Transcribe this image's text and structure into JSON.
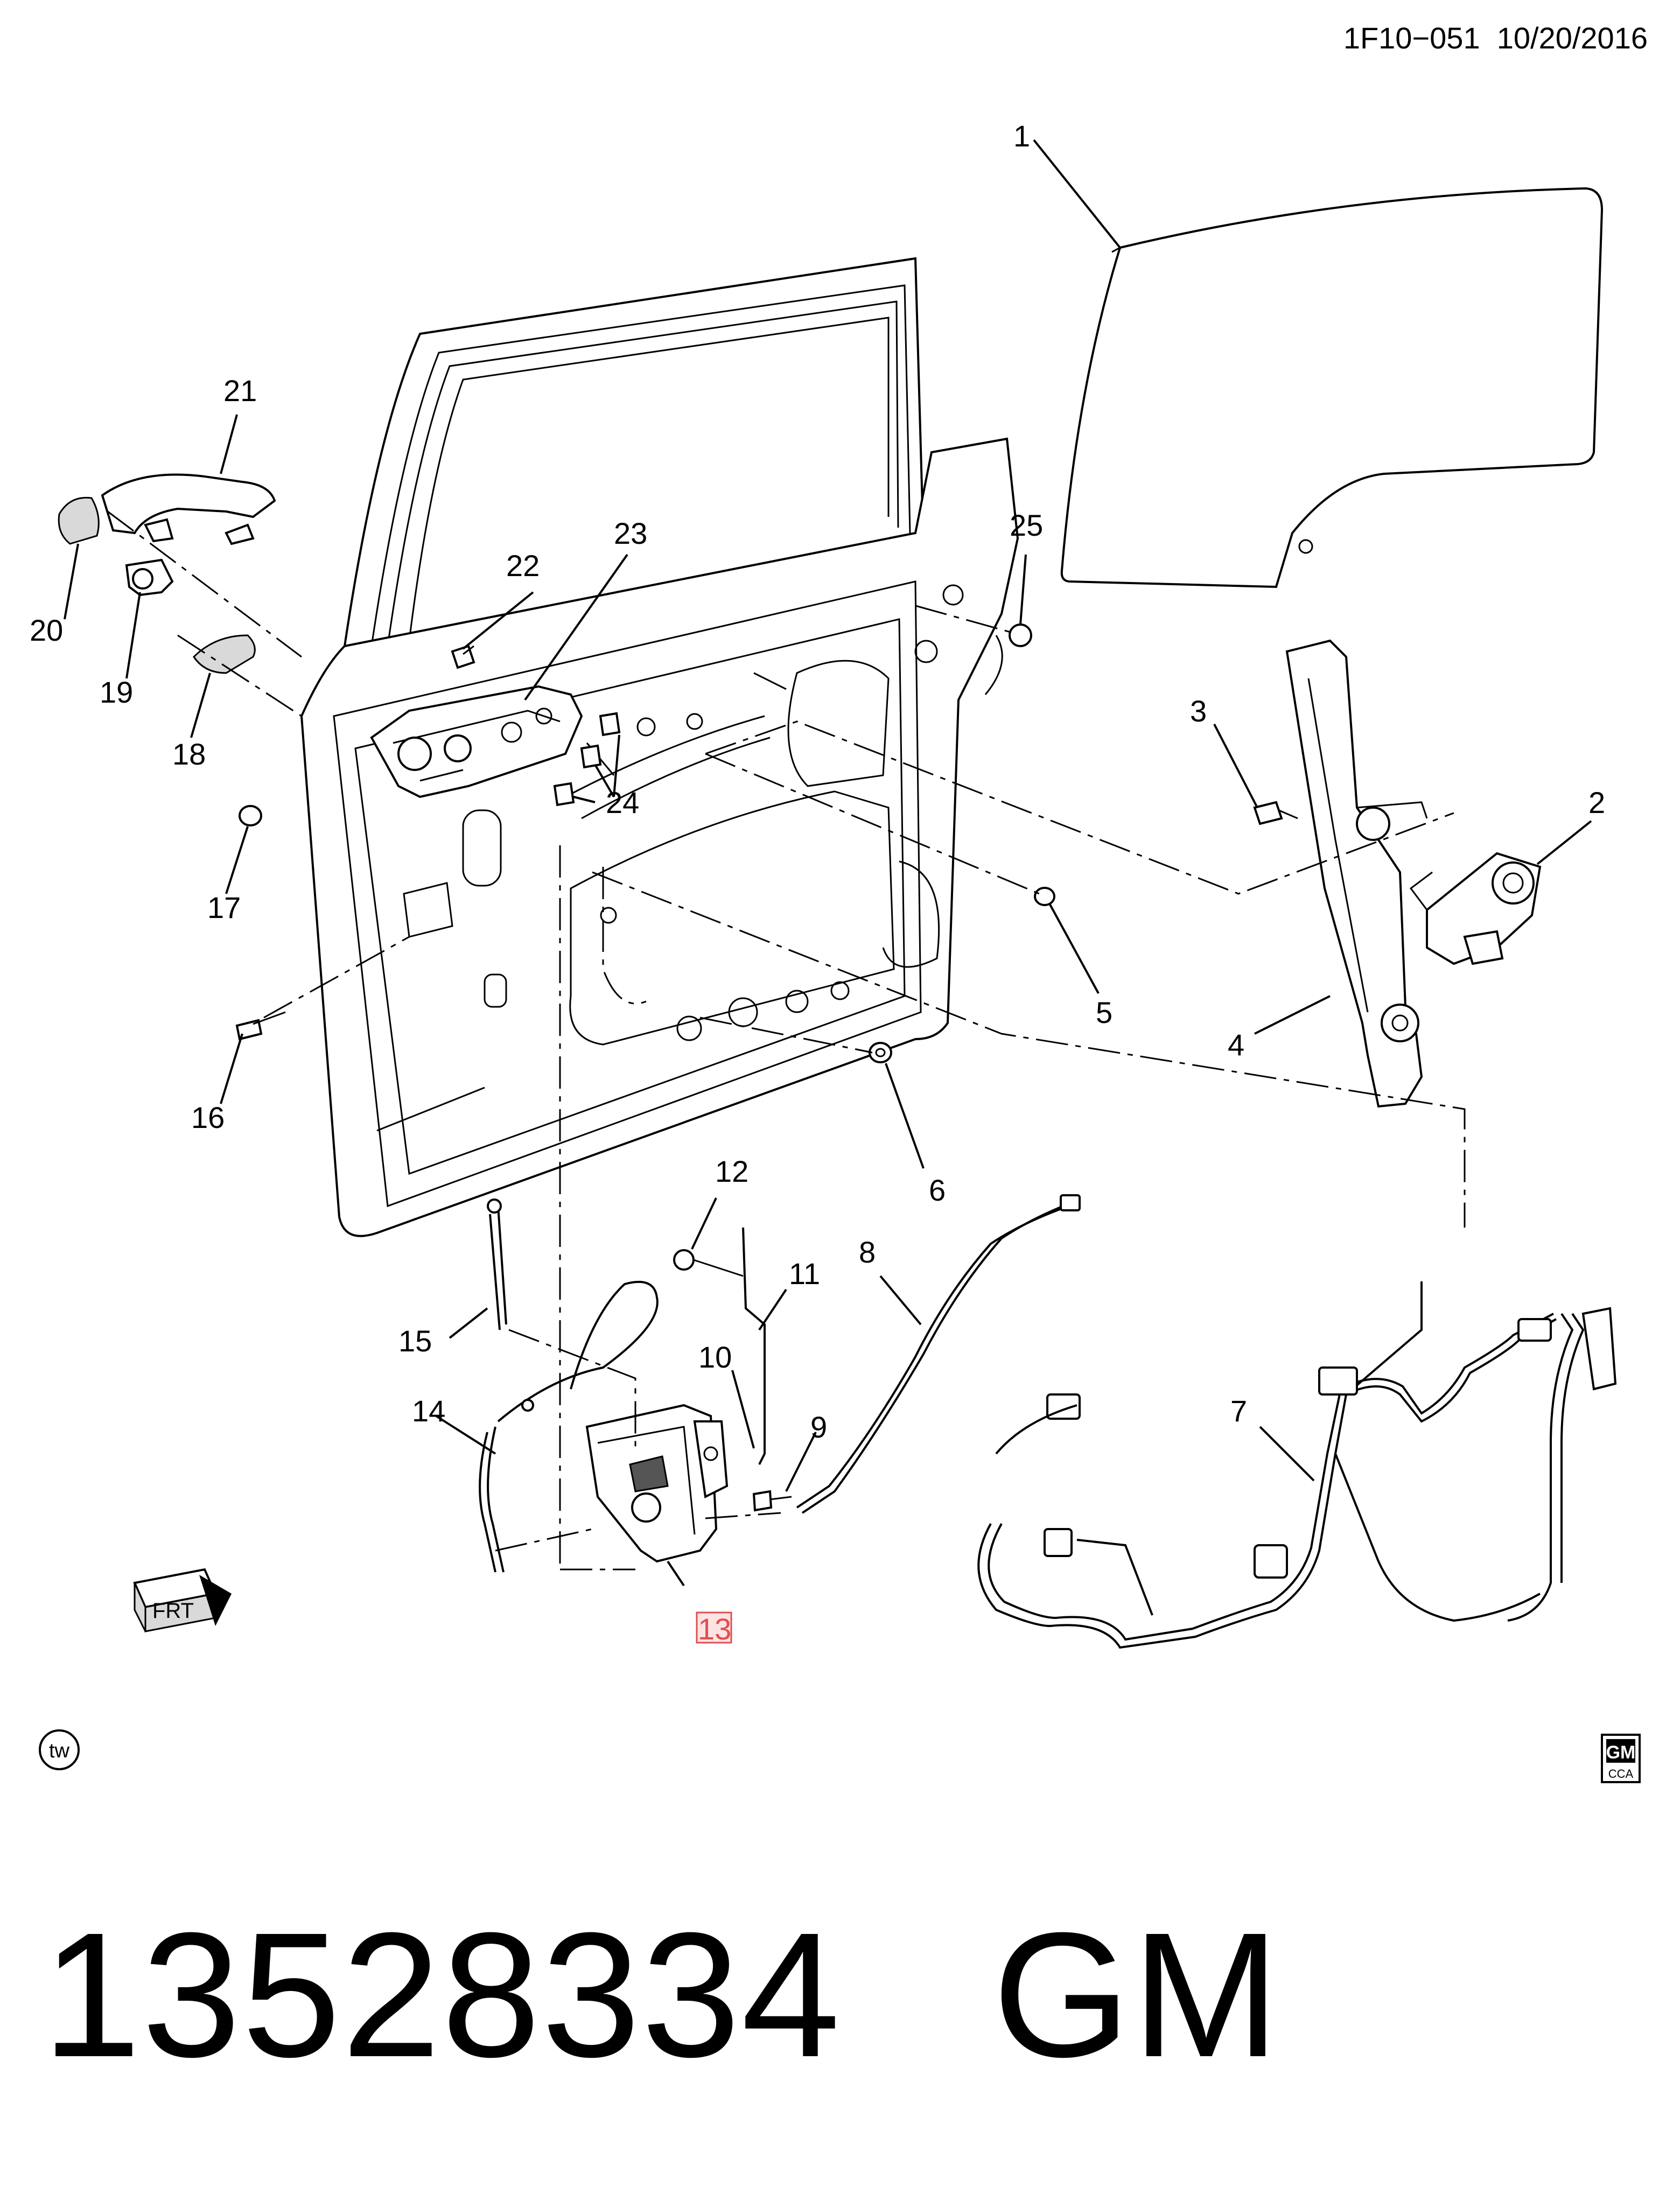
{
  "header": {
    "code": "1F10−051",
    "date": "10/20/2016"
  },
  "callouts": {
    "c1": "1",
    "c2": "2",
    "c3": "3",
    "c4": "4",
    "c5": "5",
    "c6": "6",
    "c7": "7",
    "c8": "8",
    "c9": "9",
    "c10": "10",
    "c11": "11",
    "c12": "12",
    "c13": "13",
    "c14": "14",
    "c15": "15",
    "c16": "16",
    "c17": "17",
    "c18": "18",
    "c19": "19",
    "c20": "20",
    "c21": "21",
    "c22": "22",
    "c23": "23",
    "c24": "24",
    "c25": "25"
  },
  "highlight_color": "#e05050",
  "direction_badge": {
    "label": "FRT"
  },
  "tw_badge": {
    "label": "tw"
  },
  "logo": {
    "brand": "GM",
    "sub": "CCA"
  },
  "part_number": {
    "number": "13528334",
    "brand": "GM"
  }
}
